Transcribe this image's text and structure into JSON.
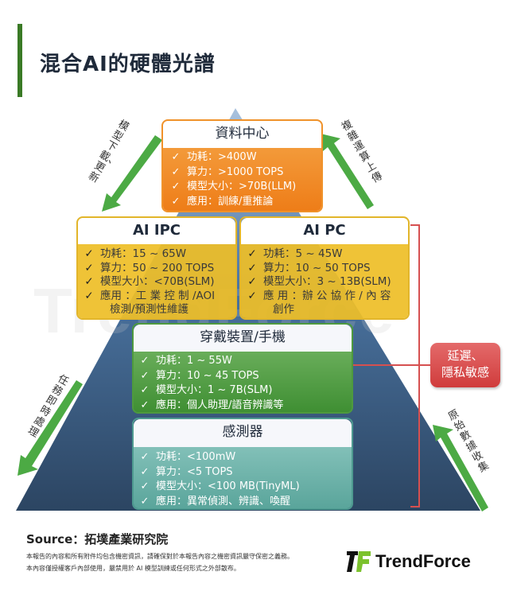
{
  "title": "混合AI的硬體光譜",
  "watermark": "TrendForce",
  "tiers": {
    "data_center": {
      "title": "資料中心",
      "items": [
        "功耗：>400W",
        "算力：>1000 TOPS",
        "模型大小：>70B(LLM)",
        "應用：訓練/重推論"
      ]
    },
    "ai_ipc": {
      "title": "AI IPC",
      "items": [
        "功耗：15 ~ 65W",
        "算力：50 ~ 200 TOPS",
        "模型大小：<70B(SLM)",
        "應用 ：工 業 控 制 /AOI"
      ],
      "continuation": "檢測/預測性維護"
    },
    "ai_pc": {
      "title": "AI PC",
      "items": [
        "功耗：5 ~ 45W",
        "算力：10 ~ 50 TOPS",
        "模型大小：3 ~ 13B(SLM)",
        "應 用 ：辦 公 協 作 / 內 容"
      ],
      "continuation": "創作"
    },
    "wearable": {
      "title": "穿戴裝置/手機",
      "items": [
        "功耗：1 ~ 55W",
        "算力：10 ~ 45 TOPS",
        "模型大小：1 ~ 7B(SLM)",
        "應用：個人助理/語音辨識等"
      ]
    },
    "sensor": {
      "title": "感測器",
      "items": [
        "功耗：<100mW",
        "算力：<5 TOPS",
        "模型大小：<100 MB(TinyML)",
        "應用：異常偵測、辨識、喚醒"
      ]
    }
  },
  "check_glyph": "✓",
  "arrows": {
    "model_download": "模型下載、更新",
    "complex_upload": "複雜運算上傳",
    "task_realtime": "任務即時處理",
    "raw_collect": "原始數據收集"
  },
  "badge": {
    "line1": "延遲、",
    "line2": "隱私敏感"
  },
  "footer": {
    "source": "Source：拓墣產業研究院",
    "disclaimer_1": "本報告的內容和所有附件均包含機密資訊，請確保對於本報告內容之機密資訊嚴守保密之義務。",
    "disclaimer_2": "本內容僅授權客戶內部使用，嚴禁用於 AI 模型訓練或任何形式之外部散布。",
    "logo_text": "TrendForce"
  },
  "colors": {
    "title_bar": "#3a7a26",
    "data_center": "#ee7d18",
    "pc": "#eebe28",
    "wearable": "#4e9a3e",
    "sensor": "#5aa59b",
    "pyramid": "#2f4d6e",
    "arrow": "#4caa44",
    "badge": "#d64545"
  }
}
